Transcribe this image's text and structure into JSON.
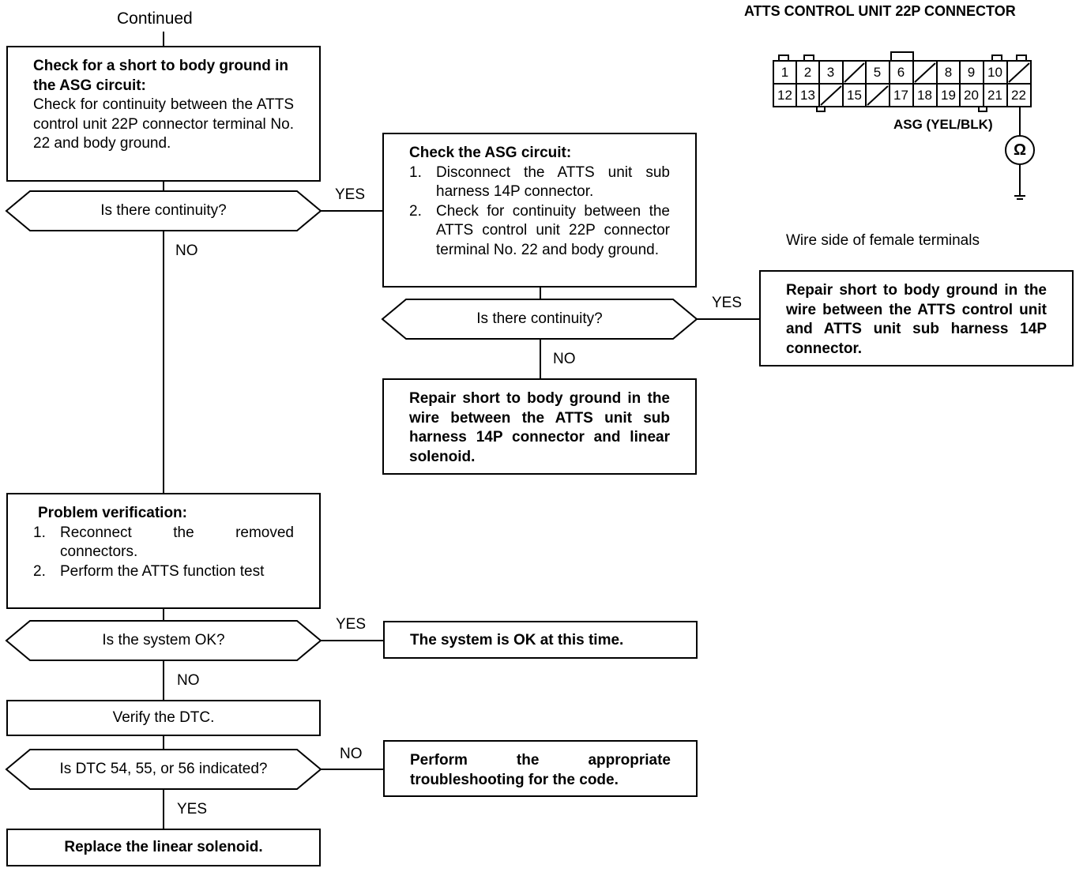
{
  "continued_label": "Continued",
  "connector": {
    "title": "ATTS CONTROL UNIT 22P CONNECTOR",
    "top_row": [
      "1",
      "2",
      "3",
      "",
      "5",
      "6",
      "",
      "8",
      "9",
      "10",
      ""
    ],
    "bottom_row": [
      "12",
      "13",
      "",
      "15",
      "",
      "17",
      "18",
      "19",
      "20",
      "21",
      "22"
    ],
    "wire_label": "ASG (YEL/BLK)",
    "meter_symbol": "Ω",
    "wire_side_note": "Wire side of female terminals"
  },
  "box_short_check": {
    "heading": "Check for a short to body ground in the ASG circuit:",
    "body": "Check for continuity between the ATTS control unit 22P connector terminal No. 22 and body ground."
  },
  "decision_continuity_1": "Is there continuity?",
  "label_yes_1": "YES",
  "label_no_1": "NO",
  "box_asg_check": {
    "heading": "Check the ASG circuit:",
    "step1_num": "1.",
    "step1": "Disconnect the ATTS unit sub harness 14P connector.",
    "step2_num": "2.",
    "step2": "Check for continuity between the ATTS control unit 22P connector terminal No. 22 and body ground."
  },
  "decision_continuity_2": "Is there continuity?",
  "label_yes_2": "YES",
  "label_no_2": "NO",
  "box_repair_control_unit": "Repair short to body ground in the wire between the ATTS control unit and ATTS unit sub harness 14P connector.",
  "box_repair_solenoid": "Repair short to body ground in the wire between the ATTS unit sub harness 14P connector and linear solenoid.",
  "box_problem_verification": {
    "heading": "Problem verification:",
    "step1_num": "1.",
    "step1": "Reconnect the removed connectors.",
    "step2_num": "2.",
    "step2": "Perform the ATTS function test"
  },
  "decision_system_ok": "Is the system OK?",
  "label_yes_3": "YES",
  "label_no_3": "NO",
  "box_system_ok": "The system is OK at this time.",
  "box_verify_dtc": "Verify the DTC.",
  "decision_dtc": "Is DTC 54, 55, or 56 indicated?",
  "label_no_4": "NO",
  "label_yes_4": "YES",
  "box_perform_troubleshooting": "Perform the appropriate troubleshooting for the code.",
  "box_replace_solenoid": "Replace the linear solenoid."
}
